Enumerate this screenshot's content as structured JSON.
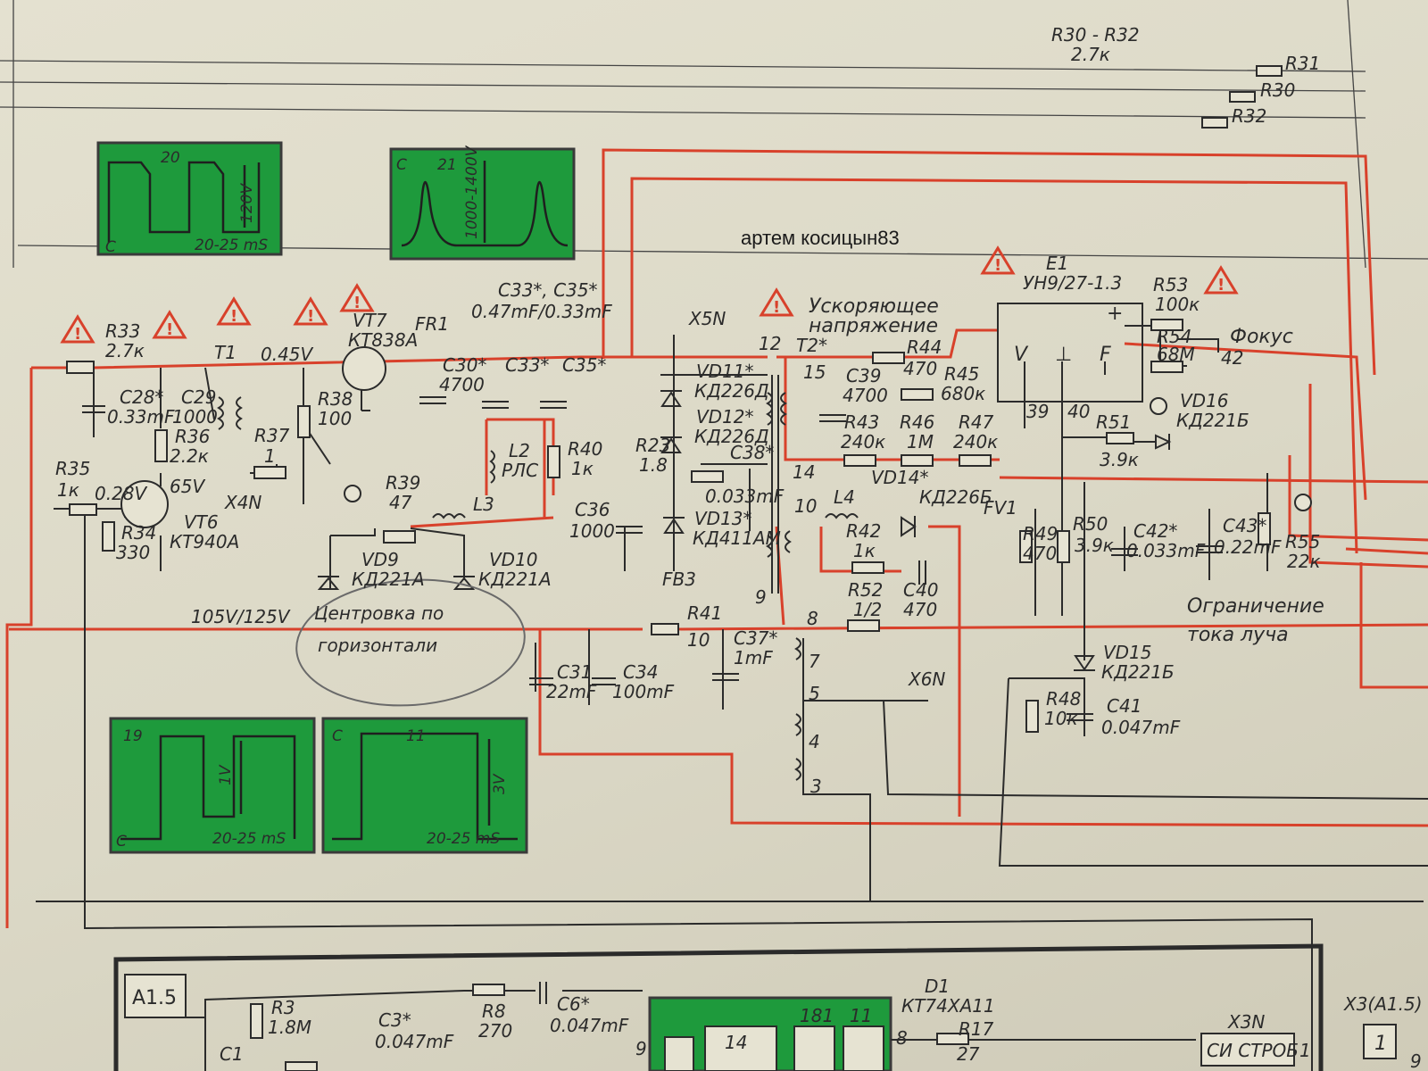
{
  "watermark": "артем косицын83",
  "warning_mark": "!",
  "header": {
    "group_label": "R30 - R32",
    "group_value": "2.7к",
    "r31": "R31",
    "r30": "R30",
    "r32": "R32"
  },
  "scopes": {
    "s20": {
      "num": "20",
      "c": "C",
      "time": "20-25 mS",
      "amp": "120V"
    },
    "s21": {
      "num": "21",
      "c": "C",
      "amp": "1000-1400V"
    },
    "s19": {
      "num": "19",
      "c": "C",
      "time": "20-25 mS",
      "amp": "1V"
    },
    "s11": {
      "num": "11",
      "c": "C",
      "time": "20-25 mS",
      "amp": "3V"
    }
  },
  "labels": {
    "r33": "R33",
    "r33v": "2.7к",
    "t1": "T1",
    "v045": "0.45V",
    "vt7": "VT7",
    "vt7t": "КТ838А",
    "fr1": "FR1",
    "c33c35": "C33*, C35*",
    "c33c35v": "0.47mF/0.33mF",
    "c28": "C28*",
    "c28v": "0.33mF",
    "c29": "C29",
    "c29v": "1000",
    "r36": "R36",
    "r36v": "2.2к",
    "r38": "R38",
    "r38v": "100",
    "r37": "R37",
    "r37v": "1",
    "v65": "65V",
    "x4n": "X4N",
    "r35": "R35",
    "r35v": "1к",
    "v028": "0.28V",
    "vt6": "VT6",
    "vt6t": "КТ940А",
    "r34a": "R34",
    "r34av": "330",
    "c30": "C30*",
    "c30v": "4700",
    "c33": "C33*",
    "c35": "C35*",
    "l2": "L2",
    "l2t": "РЛС",
    "r40": "R40",
    "r40v": "1к",
    "r39": "R39",
    "r39v": "47",
    "l3": "L3",
    "vd9": "VD9",
    "vd9t": "КД221А",
    "vd10": "VD10",
    "vd10t": "КД221А",
    "v105": "105V/125V",
    "centering": "Центровка по",
    "centering2": "горизонтали",
    "c36": "C36",
    "c36v": "1000",
    "x5n": "X5N",
    "vd11": "VD11*",
    "vd11t": "КД226Д",
    "vd12": "VD12*",
    "vd12t": "КД226Д",
    "r23": "R23",
    "r23v": "1.8",
    "c38": "C38*",
    "c38v": "0.033mF",
    "vd13": "VD13*",
    "vd13t": "КД411АМ",
    "fb3": "FB3",
    "accel": "Ускоряющее",
    "accel2": "напряжение",
    "t2": "T2*",
    "n12": "12",
    "n15": "15",
    "n14": "14",
    "n10": "10",
    "n9": "9",
    "n8": "8",
    "n7": "7",
    "n5": "5",
    "n4": "4",
    "n3": "3",
    "c39": "C39",
    "c39v": "4700",
    "r44": "R44",
    "r44v": "470",
    "r45": "R45",
    "r45v": "680к",
    "r43": "R43",
    "r43v": "240к",
    "r46": "R46",
    "r46v": "1М",
    "r47": "R47",
    "r47v": "240к",
    "e1": "E1",
    "e1t": "УН9/27-1.3",
    "pin_v": "V",
    "pin_gnd": "⊥",
    "pin_f": "F",
    "pin_plus": "+",
    "r53": "R53",
    "r53v": "100к",
    "r54": "R54",
    "r54v": "68М",
    "focus": "Фокус",
    "n42": "42",
    "n39": "39",
    "n40": "40",
    "r51": "R51",
    "r51v": "3.9к",
    "vd16": "VD16",
    "vd16t": "КД221Б",
    "vd14": "VD14*",
    "vd14t": "КД226Б",
    "l4": "L4",
    "r42": "R42",
    "r42v": "1к",
    "fv1": "FV1",
    "r49": "R49",
    "r49v": "470",
    "r50": "R50",
    "r50v": "3.9к",
    "c42": "C42*",
    "c42v": "0.033mF",
    "c43": "C43*",
    "c43v": "0.22mF",
    "r55": "R55",
    "r55v": "22к",
    "limit": "Ограничение",
    "limit2": "тока луча",
    "r52": "R52",
    "r52v": "1/2",
    "c40": "C40",
    "c40v": "470",
    "r41": "R41",
    "r41v": "10",
    "c37": "C37*",
    "c37v": "1mF",
    "c31": "C31",
    "c31v": "22mF",
    "c34": "C34",
    "c34v": "100mF",
    "x6n": "X6N",
    "vd15": "VD15",
    "vd15t": "КД221Б",
    "r48": "R48",
    "r48v": "10к",
    "c41": "C41",
    "c41v": "0.047mF",
    "a15": "A1.5",
    "r3": "R3",
    "r3v": "1.8M",
    "c3": "C3*",
    "c3v": "0.047mF",
    "r8": "R8",
    "r8v": "270",
    "c6": "C6*",
    "c6v": "0.047mF",
    "c1": "C1",
    "n9b": "9",
    "n14b": "14",
    "n181": "181",
    "n11": "11",
    "n8b": "8",
    "d1": "D1",
    "d1t": "КТ74ХА11",
    "r17": "R17",
    "r17v": "27",
    "x3n": "X3N",
    "strob": "СИ СТРОБ",
    "n1": "1",
    "x3a": "X3(A1.5)",
    "n1b": "1",
    "n9c": "9"
  }
}
